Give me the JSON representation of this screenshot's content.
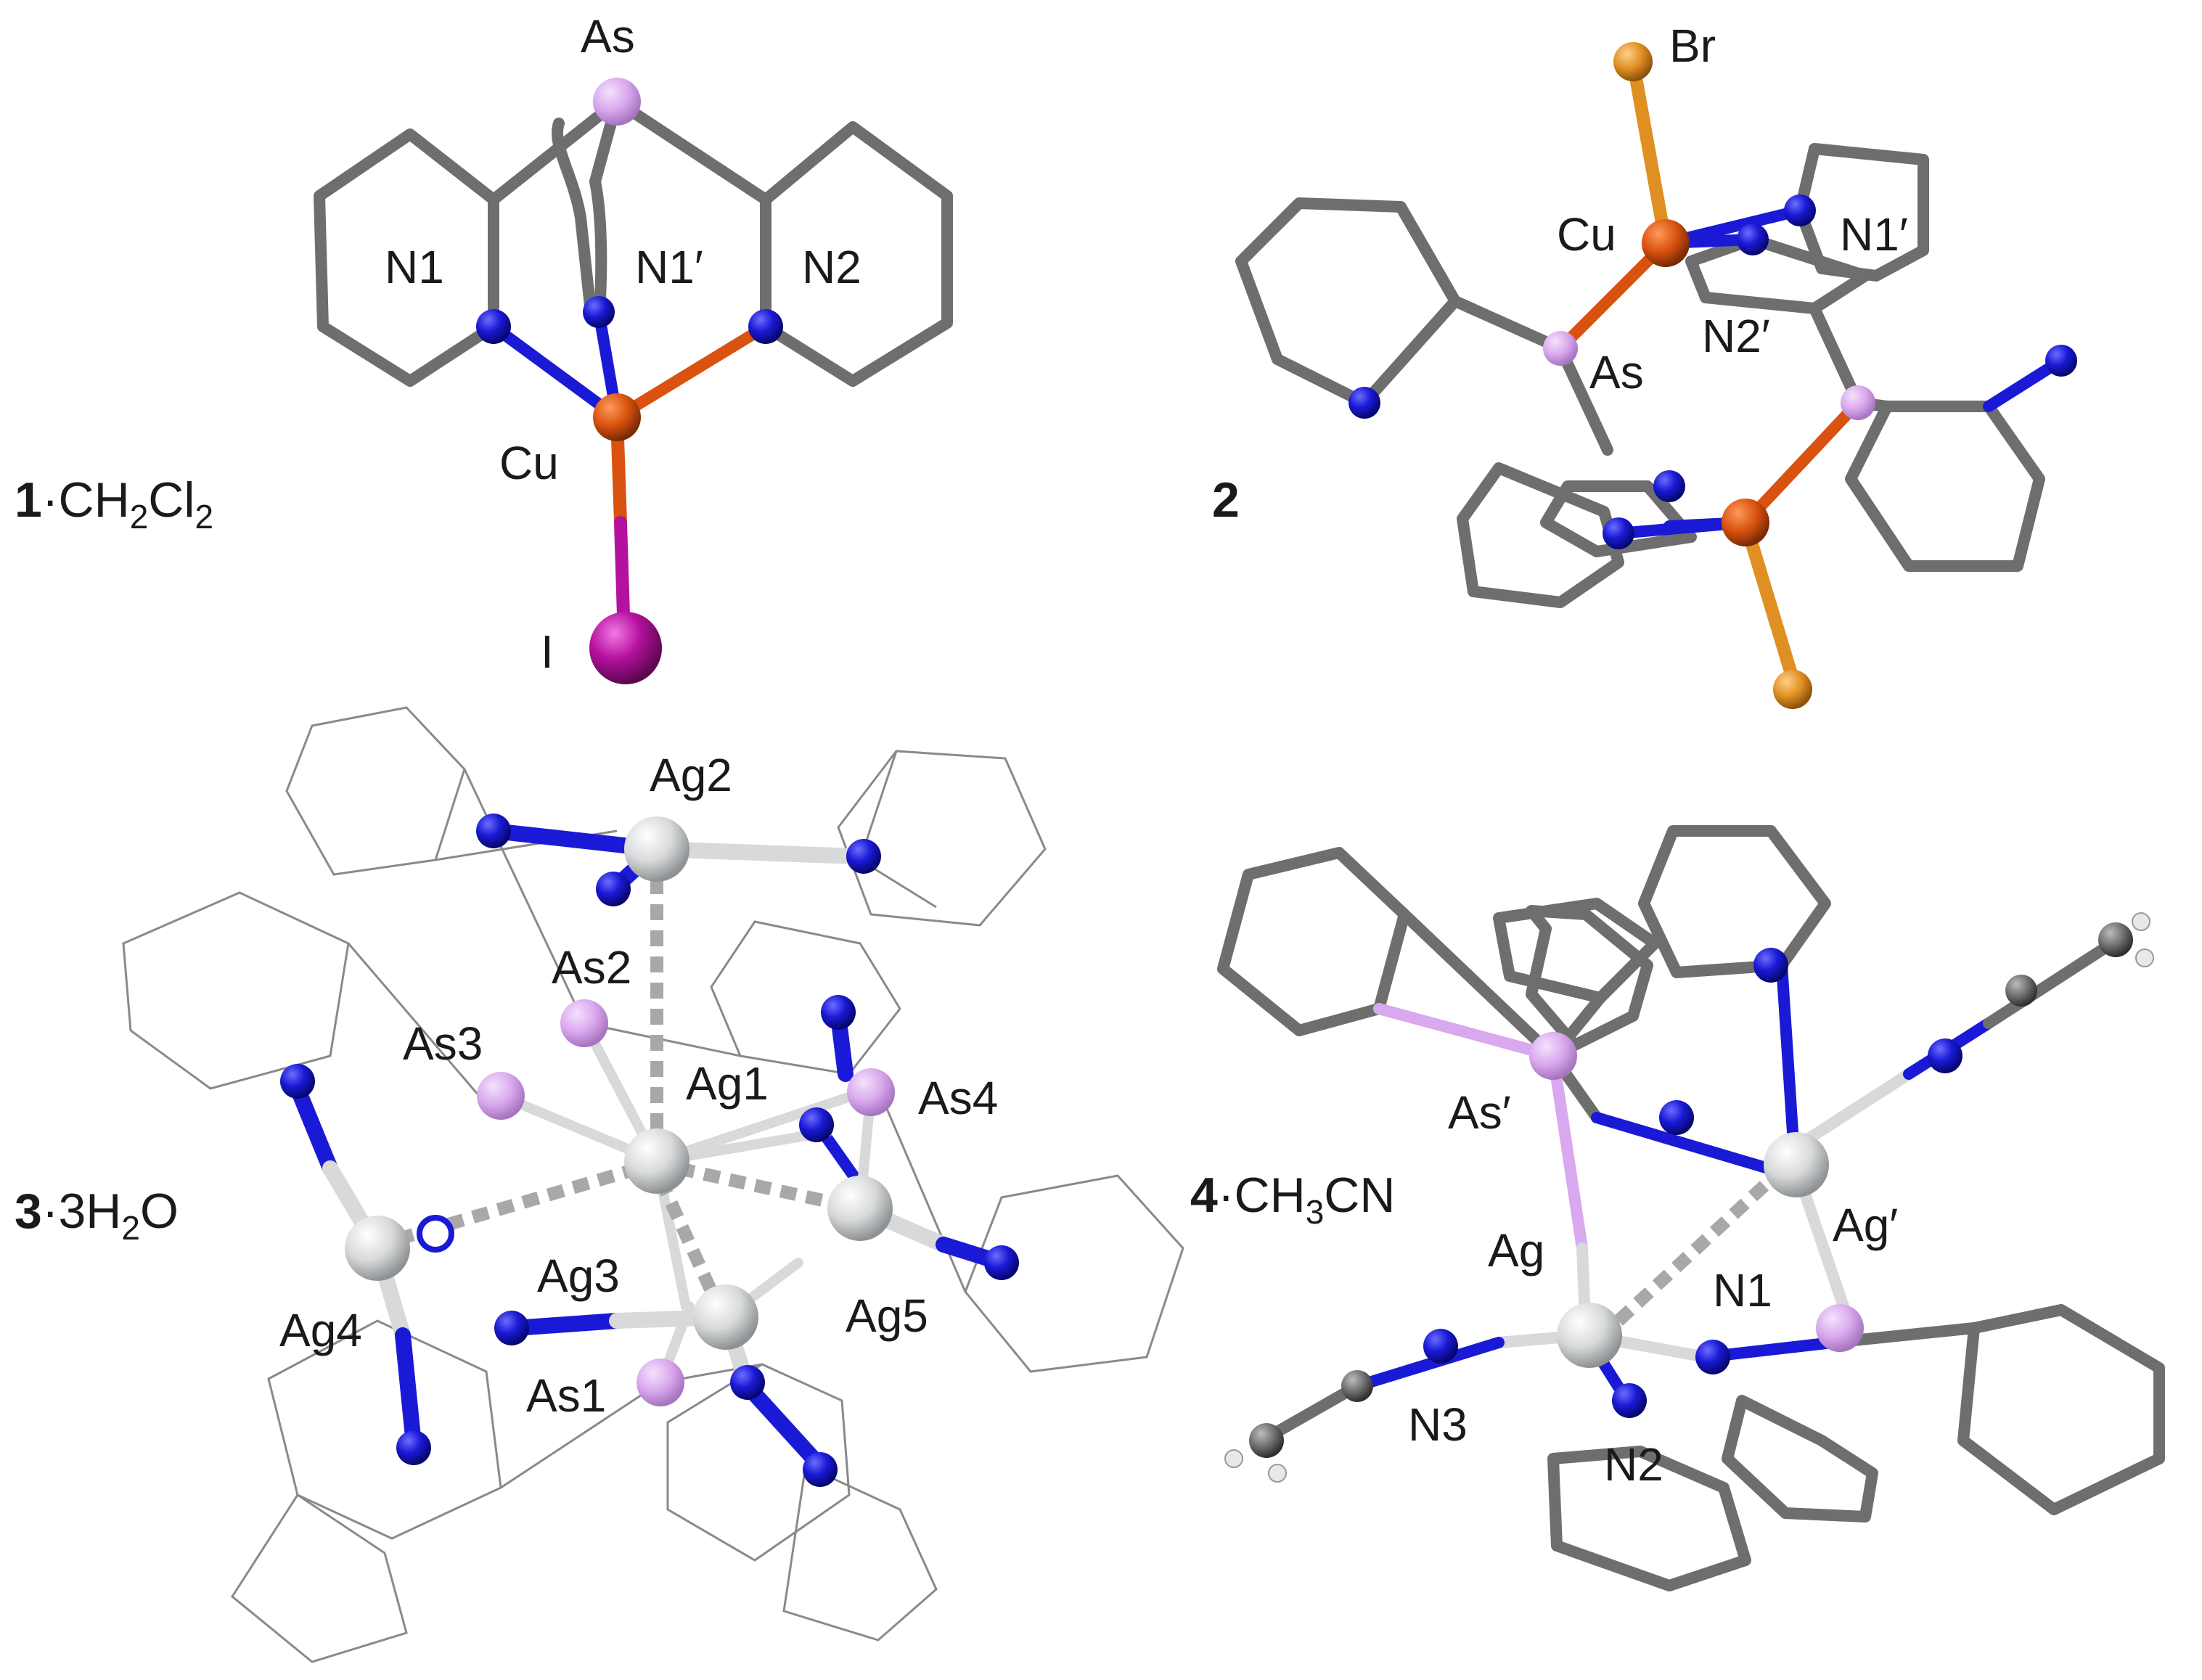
{
  "colors": {
    "carbon": "#6e6e6e",
    "nitrogen": "#1a1ad6",
    "arsenic": "#d9a8ee",
    "copper": "#d9520f",
    "iodine": "#b5119f",
    "bromine": "#e08f22",
    "silver": "#d7d9da",
    "hydrogen": "#e8e8e8",
    "wire": "#8a8a8a"
  },
  "panels": [
    {
      "id": "panel1",
      "compound": {
        "num": "1",
        "formula": "·CH",
        "sub1": "2",
        "formula2": "Cl",
        "sub2": "2"
      },
      "labels": [
        "As",
        "N1",
        "N1′",
        "N2",
        "Cu",
        "I"
      ]
    },
    {
      "id": "panel2",
      "compound": {
        "num": "2"
      },
      "labels": [
        "Br",
        "Cu",
        "N1′",
        "As",
        "N2′"
      ]
    },
    {
      "id": "panel3",
      "compound": {
        "num": "3",
        "formula": "·3H",
        "sub1": "2",
        "formula2": "O"
      },
      "labels": [
        "Ag2",
        "As2",
        "As3",
        "Ag1",
        "As4",
        "Ag3",
        "Ag5",
        "Ag4",
        "As1"
      ]
    },
    {
      "id": "panel4",
      "compound": {
        "num": "4",
        "formula": "·CH",
        "sub1": "3",
        "formula2": "CN"
      },
      "labels": [
        "As′",
        "Ag′",
        "Ag",
        "N1",
        "N3",
        "N2"
      ]
    }
  ]
}
